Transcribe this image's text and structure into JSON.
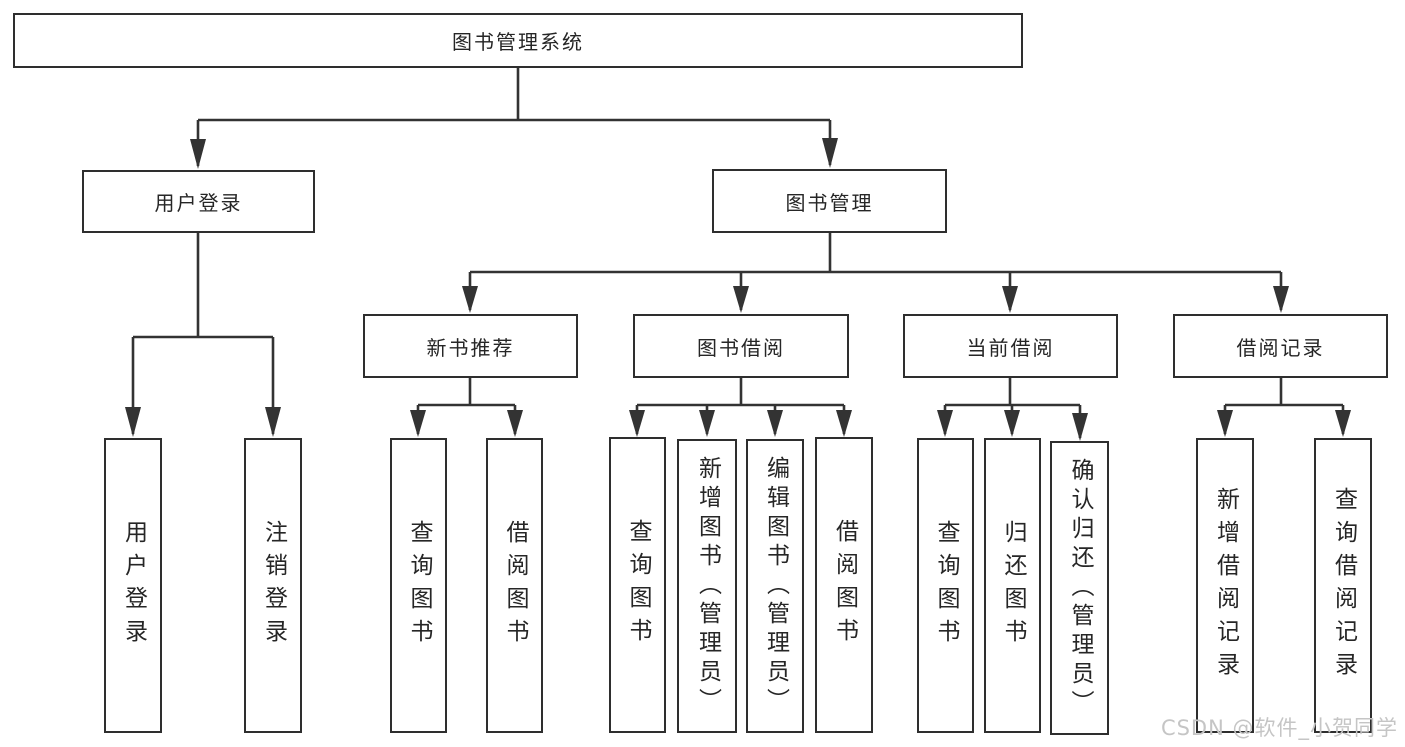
{
  "diagram": {
    "nodes": {
      "root": "图书管理系统",
      "userLogin": "用户登录",
      "bookManagement": "图书管理",
      "newBookRecommend": "新书推荐",
      "bookBorrow": "图书借阅",
      "currentBorrow": "当前借阅",
      "borrowRecords": "借阅记录",
      "leafUserLogin": "用户登录",
      "leafLogout": "注销登录",
      "leafQueryBooksRecommend": "查询图书",
      "leafBorrowBooksRecommend": "借阅图书",
      "leafQueryBooksBorrow": "查询图书",
      "leafAddBooksAdmin": "新增图书（管理员）",
      "leafEditBooksAdmin": "编辑图书（管理员）",
      "leafBorrowBooksBorrow": "借阅图书",
      "leafQueryBooksCurrent": "查询图书",
      "leafReturnBooks": "归还图书",
      "leafConfirmReturnAdmin": "确认归还（管理员）",
      "leafAddBorrowRecord": "新增借阅记录",
      "leafQueryBorrowRecord": "查询借阅记录"
    },
    "watermark": "CSDN @软件_小贺同学",
    "colors": {
      "line": "#333333",
      "text": "#262626",
      "background": "#ffffff",
      "watermark": "#c5c5c5"
    }
  }
}
